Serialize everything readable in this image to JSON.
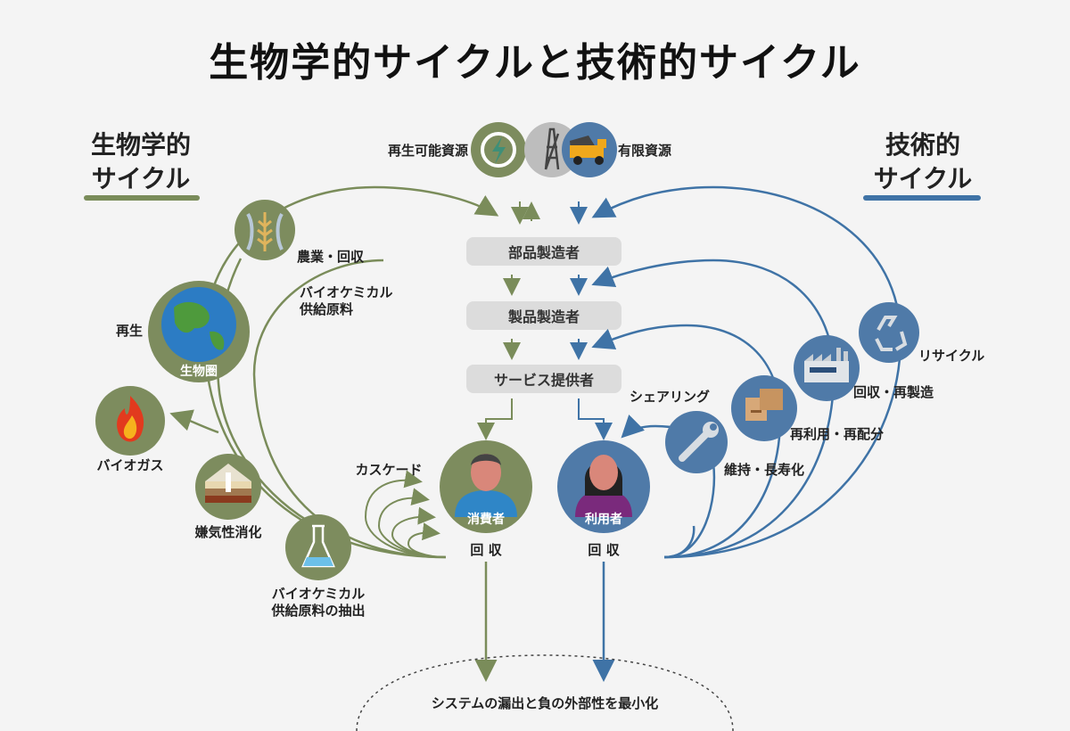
{
  "title": "生物学的サイクルと技術的サイクル",
  "bio_header": {
    "line1": "生物学的",
    "line2": "サイクル"
  },
  "tech_header": {
    "line1": "技術的",
    "line2": "サイクル"
  },
  "top_labels": {
    "renewable": "再生可能資源",
    "finite": "有限資源"
  },
  "boxes": {
    "parts": "部品製造者",
    "product": "製品製造者",
    "service": "サービス提供者"
  },
  "bio_labels": {
    "farming": "農業・回収",
    "feedstock_1": "バイオケミカル",
    "feedstock_2": "供給原料",
    "regeneration": "再生",
    "biosphere": "生物圏",
    "biogas": "バイオガス",
    "anaerobic": "嫌気性消化",
    "extract_1": "バイオケミカル",
    "extract_2": "供給原料の抽出",
    "cascade": "カスケード",
    "consumer": "消費者",
    "collect_left": "回 収"
  },
  "tech_labels": {
    "recycle": "リサイクル",
    "refurbish": "回収・再製造",
    "reuse": "再利用・再配分",
    "maintain": "維持・長寿化",
    "sharing": "シェアリング",
    "user": "利用者",
    "collect_right": "回 収"
  },
  "bottom": "システムの漏出と負の外部性を最小化",
  "colors": {
    "bio": "#7a8c5a",
    "tech": "#3f73a6",
    "box": "#dcdcdc",
    "icon_bio": "#7d8c5e",
    "icon_tech": "#4f7aa8"
  }
}
